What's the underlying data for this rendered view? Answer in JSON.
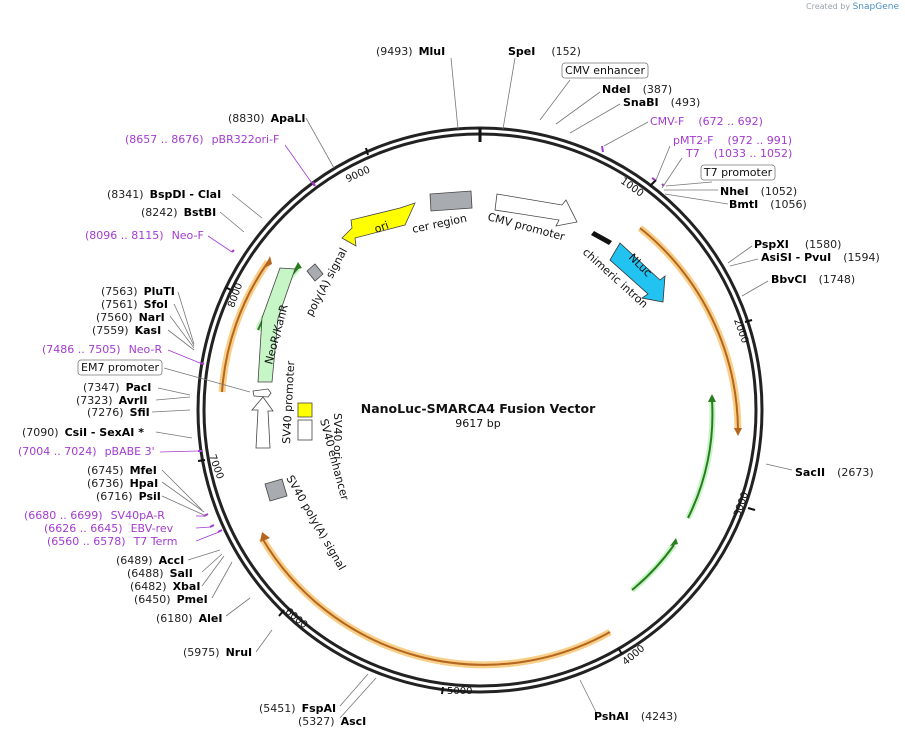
{
  "app": {
    "credit_prefix": "Created by",
    "credit_brand": "SnapGene"
  },
  "plasmid": {
    "name": "NanoLuc-SMARCA4 Fusion Vector",
    "length_label": "9617 bp",
    "length": 9617
  },
  "ticks": [
    "1000",
    "2000",
    "3000",
    "4000",
    "5000",
    "6000",
    "7000",
    "8000",
    "9000"
  ],
  "enzymes": [
    {
      "pos": "(9493)",
      "name": "MluI"
    },
    {
      "pos": "(152)",
      "name": "SpeI"
    },
    {
      "pos": "(387)",
      "name": "NdeI"
    },
    {
      "pos": "(493)",
      "name": "SnaBI"
    },
    {
      "pos": "(1052)",
      "name": "NheI"
    },
    {
      "pos": "(1056)",
      "name": "BmtI"
    },
    {
      "pos": "(1580)",
      "name": "PspXI"
    },
    {
      "pos": "(1594)",
      "name": "AsiSI  - PvuI"
    },
    {
      "pos": "(1748)",
      "name": "BbvCI"
    },
    {
      "pos": "(2673)",
      "name": "SacII"
    },
    {
      "pos": "(4243)",
      "name": "PshAI"
    },
    {
      "pos": "(5327)",
      "name": "AscI"
    },
    {
      "pos": "(5451)",
      "name": "FspAI"
    },
    {
      "pos": "(5975)",
      "name": "NruI"
    },
    {
      "pos": "(6180)",
      "name": "AleI"
    },
    {
      "pos": "(6450)",
      "name": "PmeI"
    },
    {
      "pos": "(6482)",
      "name": "XbaI"
    },
    {
      "pos": "(6488)",
      "name": "SalI"
    },
    {
      "pos": "(6489)",
      "name": "AccI"
    },
    {
      "pos": "(6716)",
      "name": "PsiI"
    },
    {
      "pos": "(6736)",
      "name": "HpaI"
    },
    {
      "pos": "(6745)",
      "name": "MfeI"
    },
    {
      "pos": "(7090)",
      "name": "CsiI   - SexAI *"
    },
    {
      "pos": "(7276)",
      "name": "SfiI"
    },
    {
      "pos": "(7323)",
      "name": "AvrII"
    },
    {
      "pos": "(7347)",
      "name": "PacI"
    },
    {
      "pos": "(7559)",
      "name": "KasI"
    },
    {
      "pos": "(7560)",
      "name": "NarI"
    },
    {
      "pos": "(7561)",
      "name": "SfoI"
    },
    {
      "pos": "(7563)",
      "name": "PluTI"
    },
    {
      "pos": "(8242)",
      "name": "BstBI"
    },
    {
      "pos": "(8341)",
      "name": "BspDI  - ClaI"
    },
    {
      "pos": "(8830)",
      "name": "ApaLI"
    }
  ],
  "primers": [
    {
      "name": "CMV-F",
      "range": "(672 .. 692)"
    },
    {
      "name": "pMT2-F",
      "range": "(972 .. 991)"
    },
    {
      "name": "T7",
      "range": "(1033 .. 1052)"
    },
    {
      "name": "pBR322ori-F",
      "range": "(8657 .. 8676)"
    },
    {
      "name": "Neo-F",
      "range": "(8096 .. 8115)"
    },
    {
      "name": "Neo-R",
      "range": "(7486 .. 7505)"
    },
    {
      "name": "pBABE 3'",
      "range": "(7004 .. 7024)"
    },
    {
      "name": "SV40pA-R",
      "range": "(6680 .. 6699)"
    },
    {
      "name": "EBV-rev",
      "range": "(6626 .. 6645)"
    },
    {
      "name": "T7 Term",
      "range": "(6560 .. 6578)"
    }
  ],
  "boxed_labels": [
    "CMV enhancer",
    "T7 promoter",
    "EM7 promoter"
  ],
  "features": [
    "CMV promoter",
    "cer region",
    "ori",
    "chimeric intron",
    "NLuc",
    "poly(A) signal",
    "NeoR/KanR",
    "SV40 promoter",
    "SV40 ori",
    "SV40 enhancer",
    "SV40 poly(A) signal"
  ],
  "colors": {
    "backbone": "#222222",
    "orf_highlight": "#f5c36b",
    "orf_arrow": "#b5651d",
    "primer": "#a33bd0",
    "ori": "#ffff00",
    "nluc": "#22c3f0",
    "neo": "#c6f5c6",
    "grey_feature": "#a8acb0",
    "green_arrow": "#2a7d1f"
  }
}
